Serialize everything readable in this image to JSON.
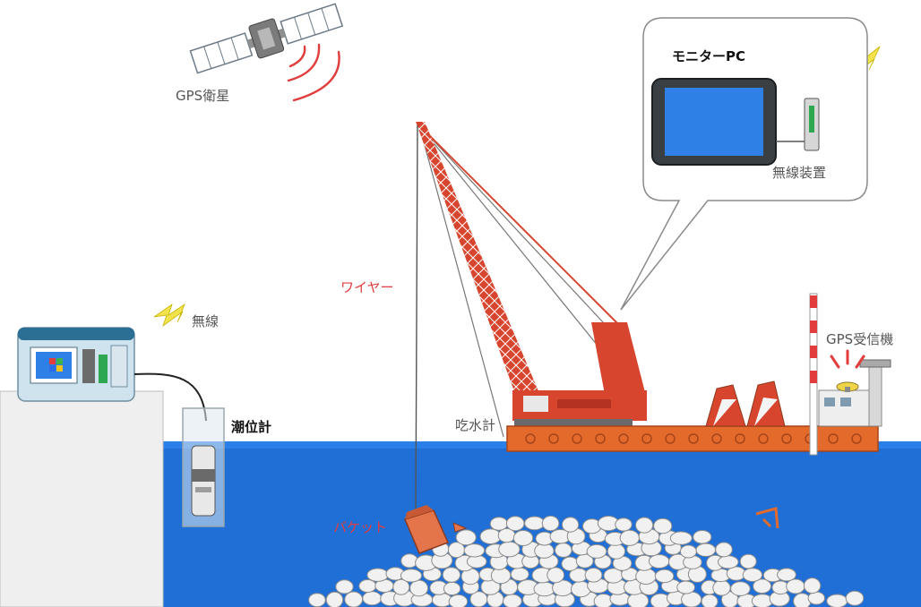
{
  "labels": {
    "gps_satellite": "GPS衛星",
    "monitor_pc": "モニターPC",
    "wireless_device": "無線装置",
    "wireless": "無線",
    "wire": "ワイヤー",
    "tide_gauge": "潮位計",
    "draft_gauge": "吃水計",
    "gps_receiver": "GPS受信機",
    "bucket": "バケット"
  },
  "colors": {
    "sea": "#1f6fd6",
    "barge": "#e46a2c",
    "crane": "#d8452e",
    "lightning": "#f2e24c",
    "signal": "#e23c3c",
    "screen": "#2f80e6",
    "land": "#eeeeee"
  }
}
